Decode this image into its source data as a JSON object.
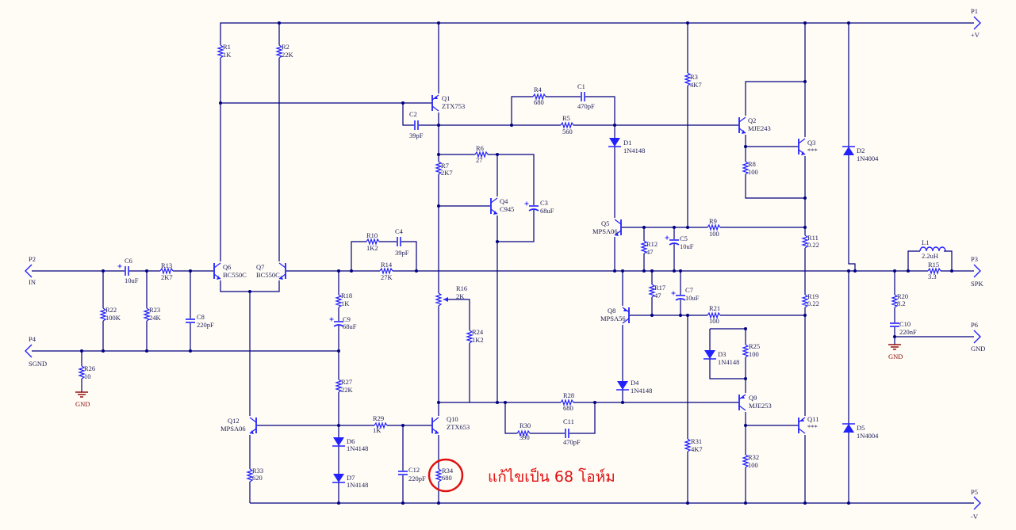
{
  "colors": {
    "background": "#fffcf5",
    "wire": "#000080",
    "component": "#2222ff",
    "ground": "#8b0000",
    "annotation": "#e01010"
  },
  "ports": {
    "P1": {
      "ref": "P1",
      "name": "+V"
    },
    "P2": {
      "ref": "P2",
      "name": "IN"
    },
    "P3": {
      "ref": "P3",
      "name": "SPK"
    },
    "P4": {
      "ref": "P4",
      "name": "SGND"
    },
    "P5": {
      "ref": "P5",
      "name": "-V"
    },
    "P6": {
      "ref": "P6",
      "name": "GND"
    }
  },
  "ground_label": "GND",
  "components": {
    "R1": {
      "ref": "R1",
      "value": "1K"
    },
    "R2": {
      "ref": "R2",
      "value": "22K"
    },
    "R3": {
      "ref": "R3",
      "value": "4K7"
    },
    "R4": {
      "ref": "R4",
      "value": "680"
    },
    "R5": {
      "ref": "R5",
      "value": "560"
    },
    "R6": {
      "ref": "R6",
      "value": "27"
    },
    "R7": {
      "ref": "R7",
      "value": "2K7"
    },
    "R8": {
      "ref": "R8",
      "value": "100"
    },
    "R9": {
      "ref": "R9",
      "value": "100"
    },
    "R10": {
      "ref": "R10",
      "value": "1K2"
    },
    "R11": {
      "ref": "R11",
      "value": "0.22"
    },
    "R12": {
      "ref": "R12",
      "value": "47"
    },
    "R13": {
      "ref": "R13",
      "value": "2K7"
    },
    "R14": {
      "ref": "R14",
      "value": "27K"
    },
    "R15": {
      "ref": "R15",
      "value": "3.3"
    },
    "R16": {
      "ref": "R16",
      "value": "2K"
    },
    "R17": {
      "ref": "R17",
      "value": "47"
    },
    "R18": {
      "ref": "R18",
      "value": "1K"
    },
    "R19": {
      "ref": "R19",
      "value": "0.22"
    },
    "R20": {
      "ref": "R20",
      "value": "8.2"
    },
    "R21": {
      "ref": "R21",
      "value": "100"
    },
    "R22": {
      "ref": "R22",
      "value": "100K"
    },
    "R23": {
      "ref": "R23",
      "value": "24K"
    },
    "R24": {
      "ref": "R24",
      "value": "1K2"
    },
    "R25": {
      "ref": "R25",
      "value": "100"
    },
    "R26": {
      "ref": "R26",
      "value": "10"
    },
    "R27": {
      "ref": "R27",
      "value": "22K"
    },
    "R28": {
      "ref": "R28",
      "value": "680"
    },
    "R29": {
      "ref": "R29",
      "value": "1K"
    },
    "R30": {
      "ref": "R30",
      "value": "390"
    },
    "R31": {
      "ref": "R31",
      "value": "4K7"
    },
    "R32": {
      "ref": "R32",
      "value": "100"
    },
    "R33": {
      "ref": "R33",
      "value": "620"
    },
    "R34": {
      "ref": "R34",
      "value": "680"
    },
    "C1": {
      "ref": "C1",
      "value": "470pF"
    },
    "C2": {
      "ref": "C2",
      "value": "39pF"
    },
    "C3": {
      "ref": "C3",
      "value": "68uF"
    },
    "C4": {
      "ref": "C4",
      "value": "39pF"
    },
    "C5": {
      "ref": "C5",
      "value": "10uF"
    },
    "C6": {
      "ref": "C6",
      "value": "10uF"
    },
    "C7": {
      "ref": "C7",
      "value": "10uF"
    },
    "C8": {
      "ref": "C8",
      "value": "220pF"
    },
    "C9": {
      "ref": "C9",
      "value": "68uF"
    },
    "C10": {
      "ref": "C10",
      "value": "220nF"
    },
    "C11": {
      "ref": "C11",
      "value": "470pF"
    },
    "C12": {
      "ref": "C12",
      "value": "220pF"
    },
    "D1": {
      "ref": "D1",
      "value": "1N4148"
    },
    "D2": {
      "ref": "D2",
      "value": "1N4004"
    },
    "D3": {
      "ref": "D3",
      "value": "1N4148"
    },
    "D4": {
      "ref": "D4",
      "value": "1N4148"
    },
    "D5": {
      "ref": "D5",
      "value": "1N4004"
    },
    "D6": {
      "ref": "D6",
      "value": "1N4148"
    },
    "D7": {
      "ref": "D7",
      "value": "1N4148"
    },
    "L1": {
      "ref": "L1",
      "value": "2.2uH"
    },
    "Q1": {
      "ref": "Q1",
      "value": "ZTX753"
    },
    "Q2": {
      "ref": "Q2",
      "value": "MJE243"
    },
    "Q3": {
      "ref": "Q3",
      "value": "***"
    },
    "Q4": {
      "ref": "Q4",
      "value": "C945"
    },
    "Q5": {
      "ref": "Q5",
      "value": "MPSA06"
    },
    "Q6": {
      "ref": "Q6",
      "value": "BC550C"
    },
    "Q7": {
      "ref": "Q7",
      "value": "BC550C"
    },
    "Q8": {
      "ref": "Q8",
      "value": "MPSA56"
    },
    "Q9": {
      "ref": "Q9",
      "value": "MJE253"
    },
    "Q10": {
      "ref": "Q10",
      "value": "ZTX653"
    },
    "Q11": {
      "ref": "Q11",
      "value": "***"
    },
    "Q12": {
      "ref": "Q12",
      "value": "MPSA06"
    }
  },
  "annotation": {
    "text": "แก้ไขเป็น 68 โอห์ม",
    "target": "R34"
  }
}
